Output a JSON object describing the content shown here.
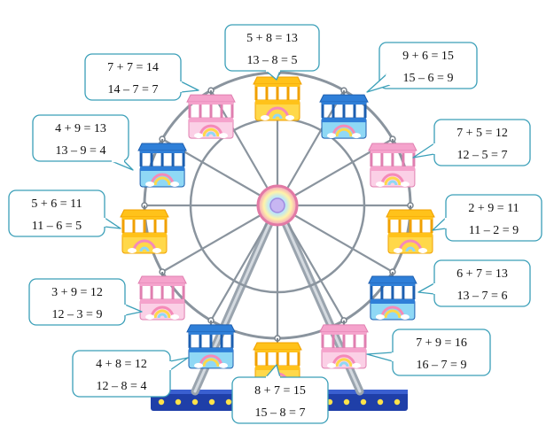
{
  "colors": {
    "frame": "#8a949e",
    "bubble_border": "#3a9fb8",
    "hub": "#f08cb0",
    "base": "#1f3fa8",
    "cabin_yellow": "#ffc21a",
    "cabin_blue": "#2f7fd8",
    "cabin_pink": "#f5a3cc"
  },
  "cabins": [
    {
      "id": "top",
      "color": "cabin_yellow"
    },
    {
      "id": "top-right",
      "color": "cabin_blue"
    },
    {
      "id": "right-upper",
      "color": "cabin_pink"
    },
    {
      "id": "right",
      "color": "cabin_yellow"
    },
    {
      "id": "right-lower",
      "color": "cabin_blue"
    },
    {
      "id": "bottom-right",
      "color": "cabin_pink"
    },
    {
      "id": "bottom",
      "color": "cabin_yellow"
    },
    {
      "id": "bottom-left",
      "color": "cabin_blue"
    },
    {
      "id": "left-lower",
      "color": "cabin_pink"
    },
    {
      "id": "left",
      "color": "cabin_yellow"
    },
    {
      "id": "left-upper",
      "color": "cabin_blue"
    },
    {
      "id": "top-left",
      "color": "cabin_pink"
    }
  ],
  "equations": {
    "top": [
      "5 + 8 = 13",
      "13 – 8 = 5"
    ],
    "top_right": [
      "9 + 6 = 15",
      "15 – 6 = 9"
    ],
    "right_upper": [
      "7 + 5 = 12",
      "12 – 5 = 7"
    ],
    "right": [
      "2 + 9 = 11",
      "11 – 2 = 9"
    ],
    "right_lower": [
      "6 + 7 = 13",
      "13 – 7 = 6"
    ],
    "bottom_right": [
      "7 + 9 = 16",
      "16 – 7 = 9"
    ],
    "bottom": [
      "8 + 7 = 15",
      "15 – 8 = 7"
    ],
    "bottom_left": [
      "4 + 8 = 12",
      "12 – 8 = 4"
    ],
    "left_lower": [
      "3 + 9 = 12",
      "12 – 3 = 9"
    ],
    "left": [
      "5 + 6 = 11",
      "11 – 6 = 5"
    ],
    "left_upper": [
      "4 + 9 = 13",
      "13 – 9 = 4"
    ],
    "top_left": [
      "7 + 7 = 14",
      "14 – 7 = 7"
    ]
  }
}
